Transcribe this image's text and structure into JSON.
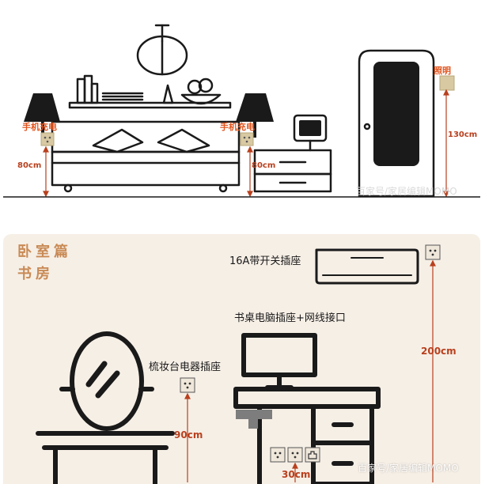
{
  "top_panel": {
    "labels": {
      "phone_charge_left": "手机充电",
      "phone_charge_right": "手机充电",
      "lighting": "照明"
    },
    "measurements": {
      "left_height": "80cm",
      "right_height": "80cm",
      "switch_height": "130cm"
    },
    "watermark": "百家号/家居编辑MOMO"
  },
  "bottom_panel": {
    "title_line1": "卧室篇",
    "title_line2": "书房",
    "labels": {
      "ac_outlet": "16A带开关插座",
      "desk_outlets": "书桌电脑插座+网线接口",
      "vanity_outlet": "梳妆台电器插座"
    },
    "measurements": {
      "ac_height": "200cm",
      "vanity_height": "90cm",
      "desk_height": "30cm"
    },
    "watermark": "百家号/家居编辑MOMO"
  },
  "colors": {
    "accent": "#e0531c",
    "measure": "#b8401e",
    "outlet": "#d8c9a3",
    "bottom_bg": "#f6efe6",
    "title": "#c98a55"
  }
}
